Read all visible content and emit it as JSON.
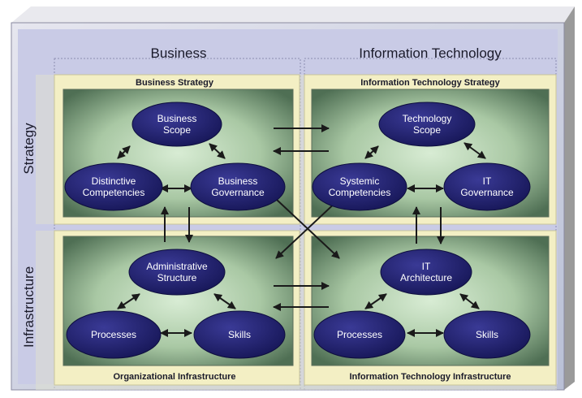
{
  "columns": {
    "business": "Business",
    "it": "Information Technology"
  },
  "rows": {
    "strategy": "Strategy",
    "infrastructure": "Infrastructure"
  },
  "sections": {
    "business_strategy": "Business Strategy",
    "it_strategy": "Information Technology Strategy",
    "org_infrastructure": "Organizational Infrastructure",
    "it_infrastructure": "Information Technology Infrastructure"
  },
  "nodes": {
    "business_scope": "Business\nScope",
    "distinctive_competencies": "Distinctive\nCompetencies",
    "business_governance": "Business\nGovernance",
    "technology_scope": "Technology\nScope",
    "systemic_competencies": "Systemic\nCompetencies",
    "it_governance": "IT\nGovernance",
    "administrative_structure": "Administrative\nStructure",
    "org_processes": "Processes",
    "org_skills": "Skills",
    "it_architecture": "IT\nArchitecture",
    "it_processes": "Processes",
    "it_skills": "Skills"
  },
  "colors": {
    "node_fill": "#23236e",
    "panel_fill": "#a9c8a4",
    "frame": "#f3efc4",
    "outer": "#b8c4d6",
    "arrow": "#1a1a1a"
  }
}
